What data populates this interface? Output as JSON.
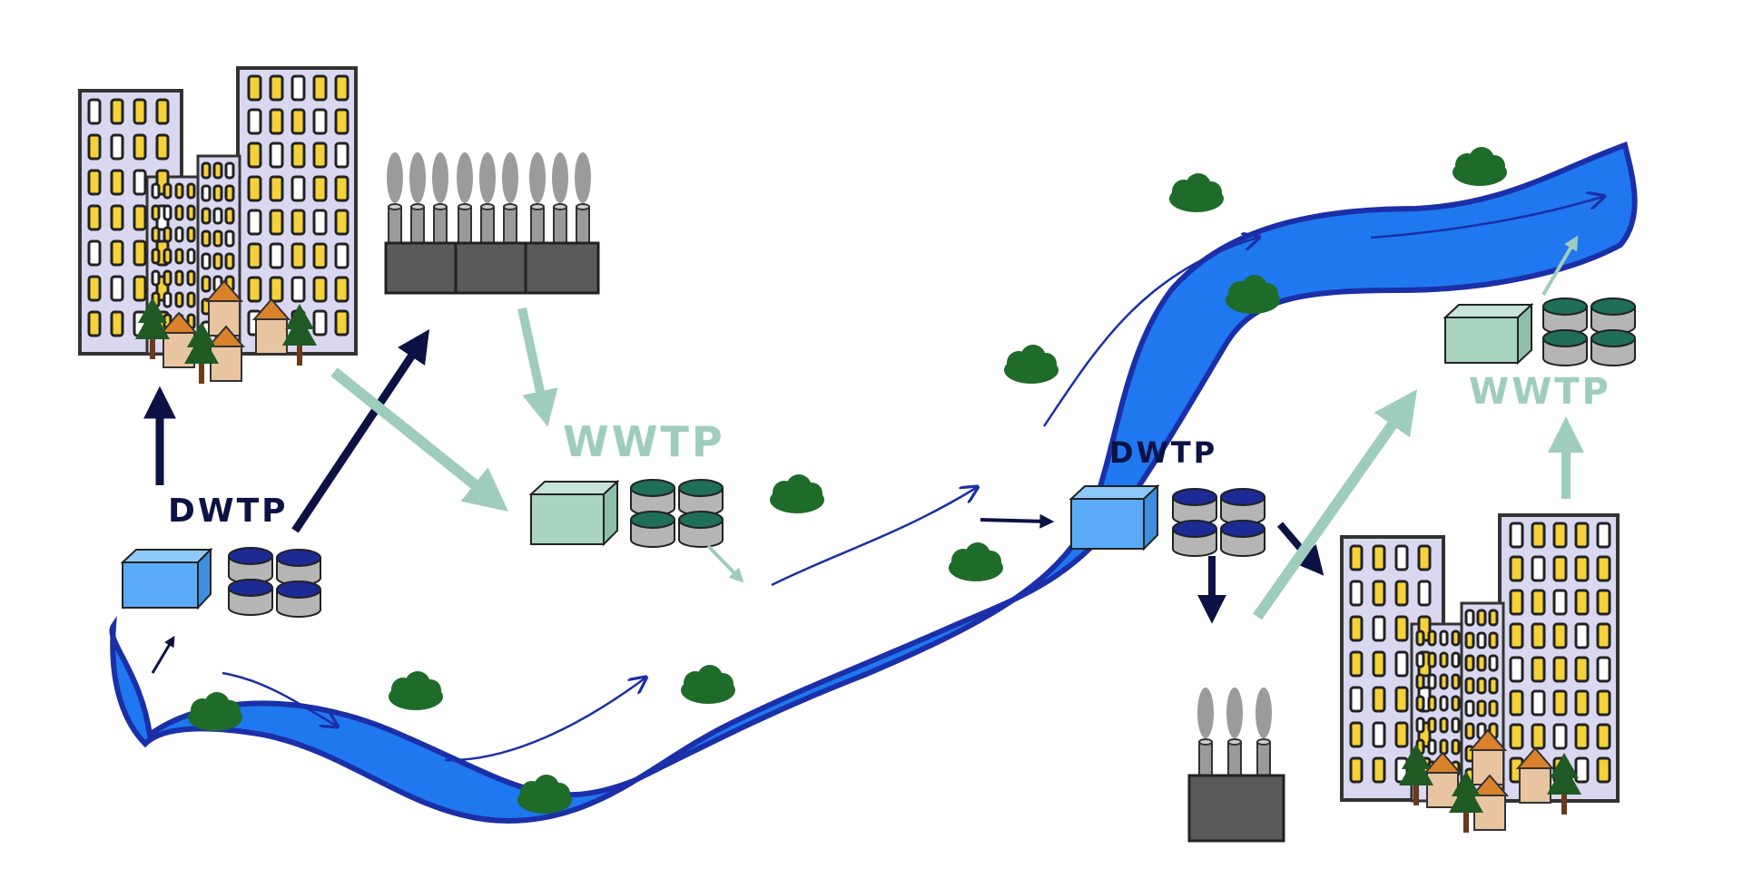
{
  "labels": {
    "dwtp_left": "DWTP",
    "wwtp_center": "WWTP",
    "dwtp_right": "DWTP",
    "wwtp_right": "WWTP"
  },
  "colors": {
    "river": "#1f78f0",
    "river_edge": "#1b2fa8",
    "dwtp_arrow": "#0d1245",
    "wwtp_arrow": "#9fcdbd",
    "wwtp_text": "#9fcdbd",
    "dwtp_text": "#0d1245",
    "dwtp_box": "#5aaaf7",
    "wwtp_box": "#a8d4c0",
    "dwtp_tank_top": "#1c2a94",
    "wwtp_tank_top": "#1f6e57",
    "building": "#d9d8f0",
    "window": "#f5d13a",
    "factory": "#5a5a5a",
    "smoke": "#8a8a8a",
    "house": "#e8c5a0",
    "roof": "#d9822b",
    "tree": "#1f5a24",
    "bush": "#1f6b2a"
  },
  "icons": [
    "city-icon",
    "factory-icon",
    "water-treatment-plant-icon",
    "wastewater-treatment-plant-icon",
    "river-icon",
    "bush-icon",
    "flow-arrow-icon"
  ]
}
